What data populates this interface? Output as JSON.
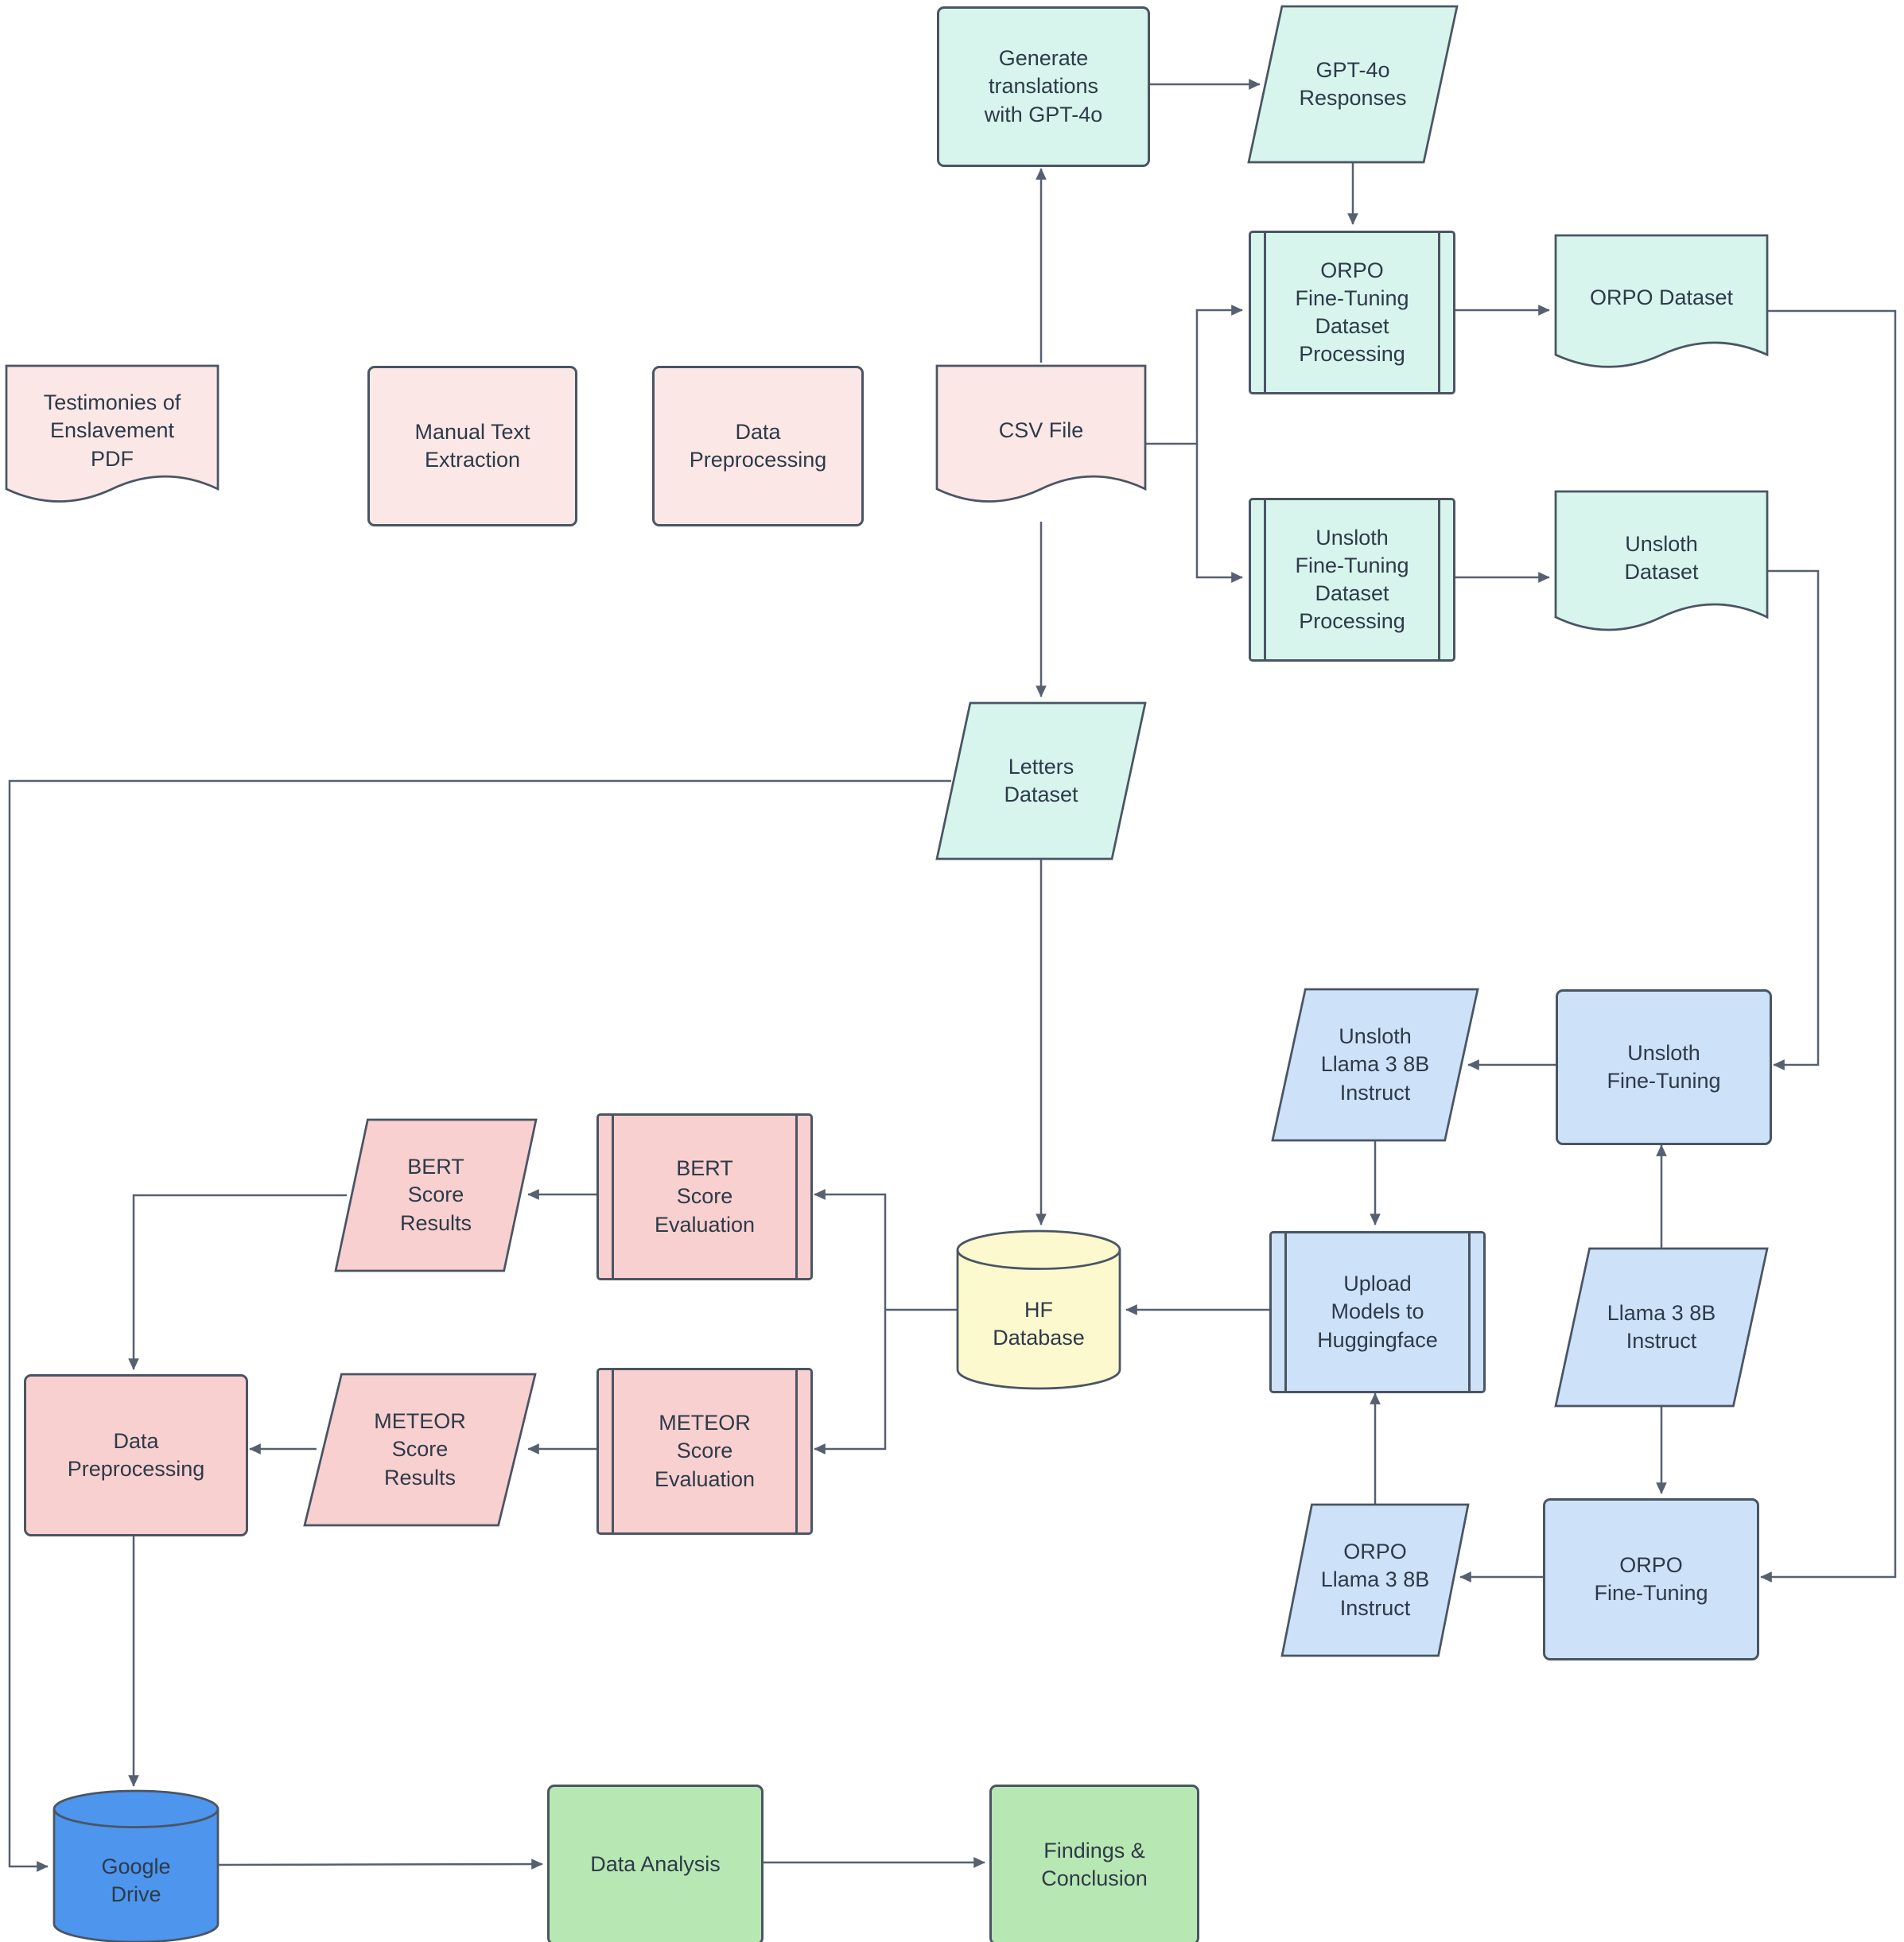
{
  "palette": {
    "pink_light": "#fbe8e6",
    "pink": "#f8d0cf",
    "mint": "#d7f5ec",
    "blue_light": "#cde1f8",
    "blue": "#4d95ed",
    "yellow": "#fdf9cf",
    "green": "#b7e7b2",
    "stroke": "#4a5564",
    "arrow": "#566070",
    "text": "#2e3a49"
  },
  "nodes": {
    "testimonies_pdf": {
      "label": "Testimonies of\nEnslavement\nPDF"
    },
    "manual_text_extraction": {
      "label": "Manual Text\nExtraction"
    },
    "data_preprocessing_top": {
      "label": "Data\nPreprocessing"
    },
    "csv_file": {
      "label": "CSV File"
    },
    "generate_translations": {
      "label": "Generate\ntranslations\nwith GPT-4o"
    },
    "gpt4o_responses": {
      "label": "GPT-4o\nResponses"
    },
    "orpo_ft_dataset_processing": {
      "label": "ORPO\nFine-Tuning\nDataset\nProcessing"
    },
    "orpo_dataset": {
      "label": "ORPO Dataset"
    },
    "unsloth_ft_dataset_processing": {
      "label": "Unsloth\nFine-Tuning\nDataset\nProcessing"
    },
    "unsloth_dataset": {
      "label": "Unsloth\nDataset"
    },
    "letters_dataset": {
      "label": "Letters\nDataset"
    },
    "unsloth_fine_tuning": {
      "label": "Unsloth\nFine-Tuning"
    },
    "unsloth_llama_instruct": {
      "label": "Unsloth\nLlama 3 8B\nInstruct"
    },
    "llama_instruct": {
      "label": "Llama 3 8B\nInstruct"
    },
    "orpo_fine_tuning": {
      "label": "ORPO\nFine-Tuning"
    },
    "orpo_llama_instruct": {
      "label": "ORPO\nLlama 3 8B\nInstruct"
    },
    "upload_models": {
      "label": "Upload\nModels to\nHuggingface"
    },
    "hf_database": {
      "label": "HF\nDatabase"
    },
    "bert_score_evaluation": {
      "label": "BERT\nScore\nEvaluation"
    },
    "bert_score_results": {
      "label": "BERT\nScore\nResults"
    },
    "meteor_score_evaluation": {
      "label": "METEOR\nScore\nEvaluation"
    },
    "meteor_score_results": {
      "label": "METEOR\nScore\nResults"
    },
    "data_preprocessing_bottom": {
      "label": "Data\nPreprocessing"
    },
    "google_drive": {
      "label": "Google\nDrive"
    },
    "data_analysis": {
      "label": "Data Analysis"
    },
    "findings_conclusion": {
      "label": "Findings &\nConclusion"
    }
  }
}
